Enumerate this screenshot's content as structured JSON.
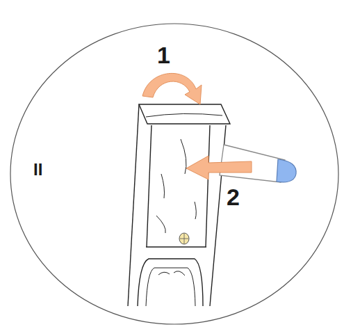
{
  "diagram": {
    "labels": [
      "II",
      "1",
      "2"
    ]
  }
}
